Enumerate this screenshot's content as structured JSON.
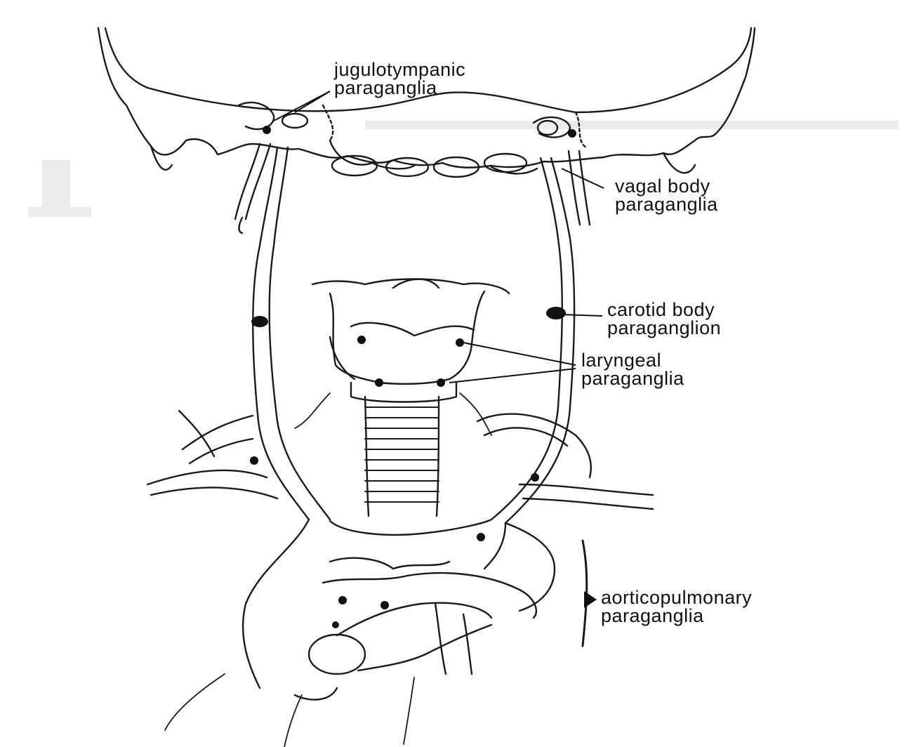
{
  "labels": {
    "jugulotympanic": [
      "jugulotympanic",
      "paraganglia"
    ],
    "vagal": [
      "vagal body",
      "paraganglia"
    ],
    "carotid": [
      "carotid body",
      "paraganglion"
    ],
    "laryngeal": [
      "laryngeal",
      "paraganglia"
    ],
    "aorticopulmonary": [
      "aorticopulmonary",
      "paraganglia"
    ]
  },
  "colors": {
    "ink": "#111111",
    "background": "#ffffff",
    "bleed_through": "#d8d8d8"
  }
}
